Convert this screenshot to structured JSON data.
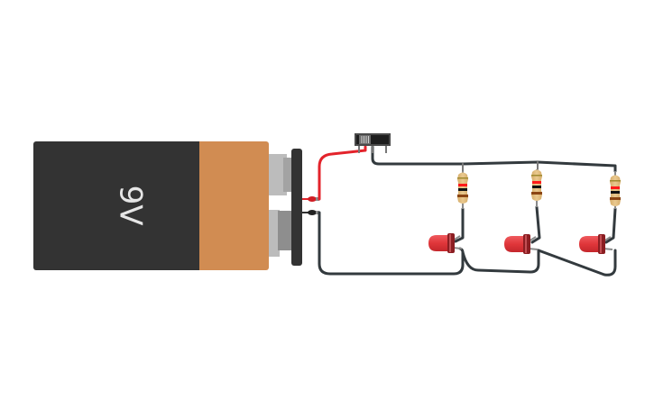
{
  "circuit": {
    "battery": {
      "label": "9V",
      "body_color": "#333333",
      "cap_color": "#d18c52",
      "terminal_color": "#bcbcbc",
      "connector_color": "#333333"
    },
    "switch": {
      "type": "slide-switch",
      "body_color": "#2b2b2b",
      "state": "left"
    },
    "resistors": [
      {
        "id": "R1",
        "bands": [
          "#8b5a2b",
          "#ff1a1a",
          "#111111",
          "#8b4513"
        ],
        "body_color": "#e3bf7f"
      },
      {
        "id": "R2",
        "bands": [
          "#8b5a2b",
          "#ff1a1a",
          "#111111",
          "#8b4513"
        ],
        "body_color": "#e3bf7f"
      },
      {
        "id": "R3",
        "bands": [
          "#8b5a2b",
          "#ff1a1a",
          "#111111",
          "#8b4513"
        ],
        "body_color": "#e3bf7f"
      }
    ],
    "leds": [
      {
        "id": "D1",
        "color": "#e0363a"
      },
      {
        "id": "D2",
        "color": "#e0363a"
      },
      {
        "id": "D3",
        "color": "#e0363a"
      }
    ],
    "wire_colors": {
      "positive": "#e3232b",
      "negative": "#333a3e"
    }
  }
}
